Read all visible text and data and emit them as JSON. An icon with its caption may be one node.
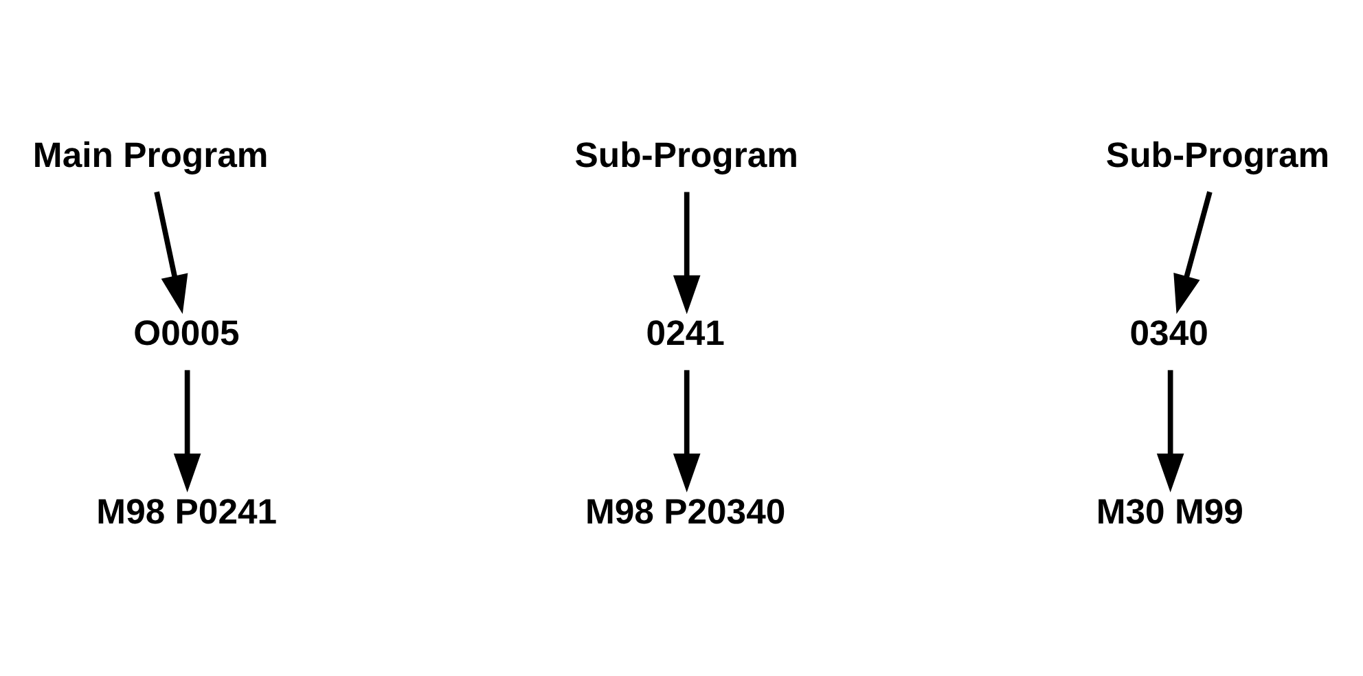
{
  "diagram": {
    "nodes": [
      {
        "text": [
          "Main Program"
        ]
      },
      {
        "text": [
          "Sub-Program"
        ]
      },
      {
        "text": [
          "Sub-Program"
        ]
      },
      {
        "text": [
          "O0005"
        ]
      },
      {
        "text": [
          "0241"
        ]
      },
      {
        "text": [
          "0340"
        ]
      },
      {
        "text": [
          "M98 P0241"
        ]
      },
      {
        "text": [
          "M98 P20340"
        ]
      },
      {
        "text": [
          "M30 M99"
        ]
      }
    ],
    "edges": [
      {
        "from": 0,
        "to": 3,
        "arrow": "to"
      },
      {
        "from": 3,
        "to": 6,
        "arrow": "to"
      },
      {
        "from": 1,
        "to": 4,
        "arrow": "to"
      },
      {
        "from": 4,
        "to": 7,
        "arrow": "to"
      },
      {
        "from": 2,
        "to": 5,
        "arrow": "to"
      },
      {
        "from": 5,
        "to": 8,
        "arrow": "to"
      }
    ]
  }
}
